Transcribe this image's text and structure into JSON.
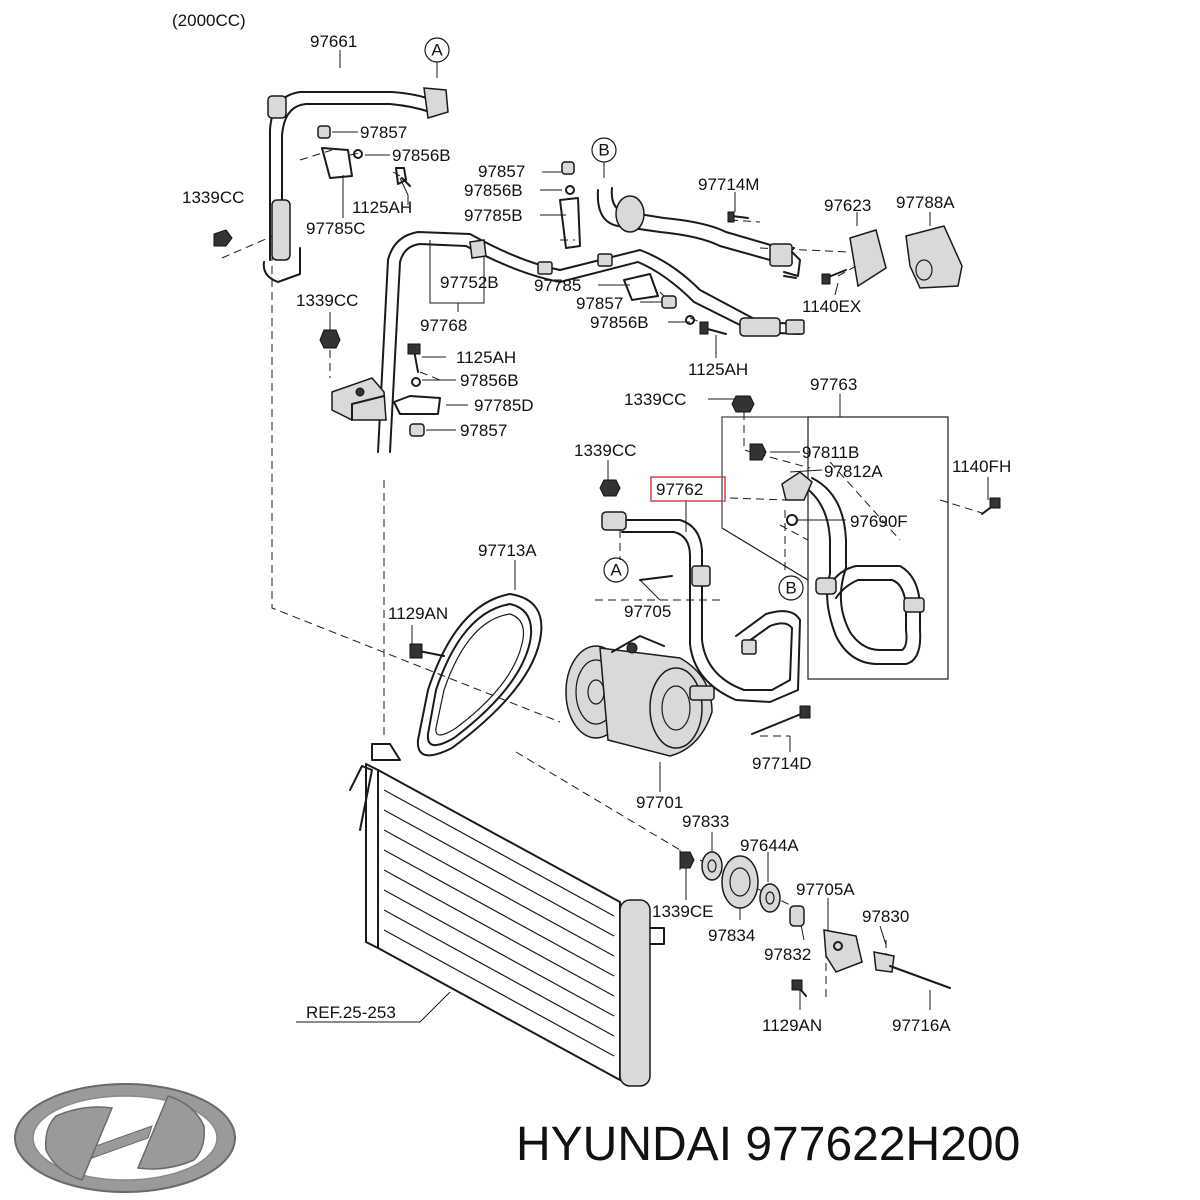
{
  "header_note": "(2000CC)",
  "highlight_part": "97762",
  "brand_text": "HYUNDAI 977622H200",
  "brand_logo": "hyundai-logo",
  "colors": {
    "highlight": "#d94040",
    "ink": "#111111",
    "background": "#ffffff"
  },
  "callouts": {
    "a": "A",
    "b": "B"
  },
  "labels": {
    "p97661": "97661",
    "p97857_a": "97857",
    "p97856B_a": "97856B",
    "p1125AH_a": "1125AH",
    "p97785C": "97785C",
    "p1339CC_a": "1339CC",
    "p97857_b": "97857",
    "p97856B_b": "97856B",
    "p97785B": "97785B",
    "p97714M": "97714M",
    "p97623": "97623",
    "p97788A": "97788A",
    "p97752B": "97752B",
    "p97785": "97785",
    "p97857_c": "97857",
    "p97856B_c": "97856B",
    "p1140EX": "1140EX",
    "p97768": "97768",
    "p1339CC_b": "1339CC",
    "p1125AH_b": "1125AH",
    "p97856B_d": "97856B",
    "p97785D": "97785D",
    "p97857_d": "97857",
    "p1125AH_c": "1125AH",
    "p97763": "97763",
    "p1339CC_c": "1339CC",
    "p97811B": "97811B",
    "p97812A": "97812A",
    "p1339CC_d": "1339CC",
    "p1140FH": "1140FH",
    "p97690F": "97690F",
    "p97713A": "97713A",
    "p97705": "97705",
    "p1129AN_a": "1129AN",
    "p97714D": "97714D",
    "p97701": "97701",
    "p97833": "97833",
    "p97644A": "97644A",
    "p97705A": "97705A",
    "p1339CE": "1339CE",
    "p97834": "97834",
    "p97830": "97830",
    "p97832": "97832",
    "pREF": "REF.25-253",
    "p1129AN_b": "1129AN",
    "p97716A": "97716A"
  }
}
